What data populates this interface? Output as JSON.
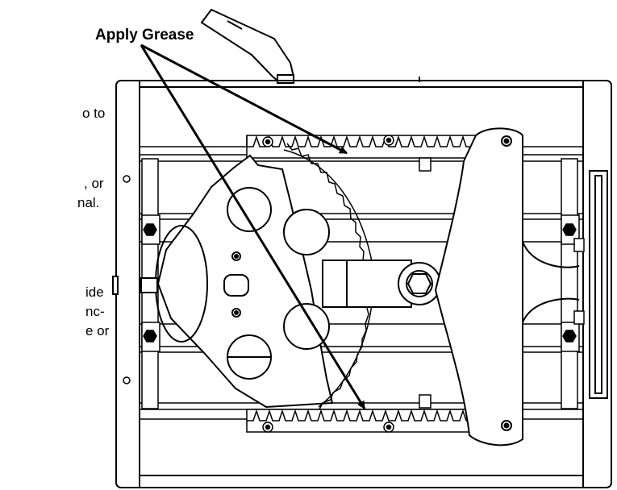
{
  "callout": {
    "label": "Apply Grease"
  },
  "cut_off_text": {
    "lines": [
      "o to",
      ", or",
      "nal.",
      "ide",
      "nc-",
      "e or"
    ]
  },
  "colors": {
    "ink": "#000000",
    "background": "#ffffff"
  }
}
